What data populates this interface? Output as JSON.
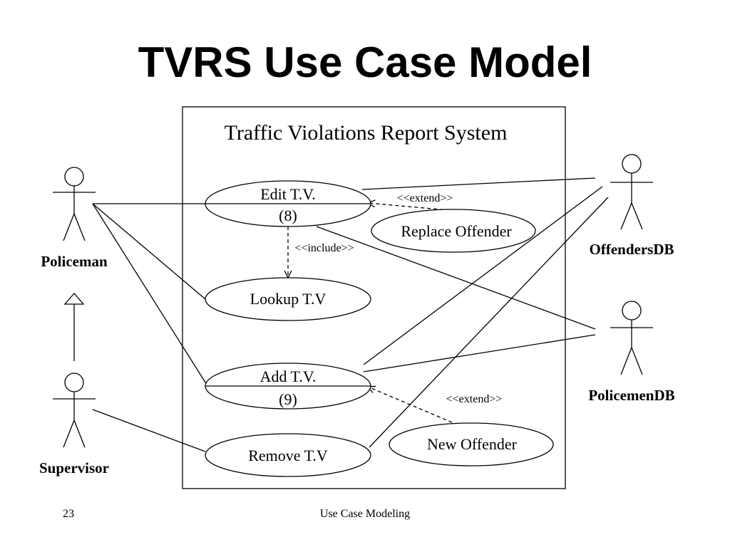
{
  "slide": {
    "title": "TVRS Use Case Model",
    "page_number": "23",
    "footer": "Use Case Modeling"
  },
  "diagram": {
    "system_name": "Traffic Violations Report System",
    "actors": {
      "policeman": "Policeman",
      "supervisor": "Supervisor",
      "offendersdb": "OffendersDB",
      "policemendb": "PolicemenDB"
    },
    "use_cases": {
      "edit_tv": {
        "name": "Edit T.V.",
        "number": "(8)"
      },
      "add_tv": {
        "name": "Add T.V.",
        "number": "(9)"
      },
      "lookup_tv": {
        "name": "Lookup T.V"
      },
      "remove_tv": {
        "name": "Remove T.V"
      },
      "replace_offender": {
        "name": "Replace Offender"
      },
      "new_offender": {
        "name": "New Offender"
      }
    },
    "relationships": {
      "extend_1": "<<extend>>",
      "include": "<<include>>",
      "extend_2": "<<extend>>"
    }
  }
}
